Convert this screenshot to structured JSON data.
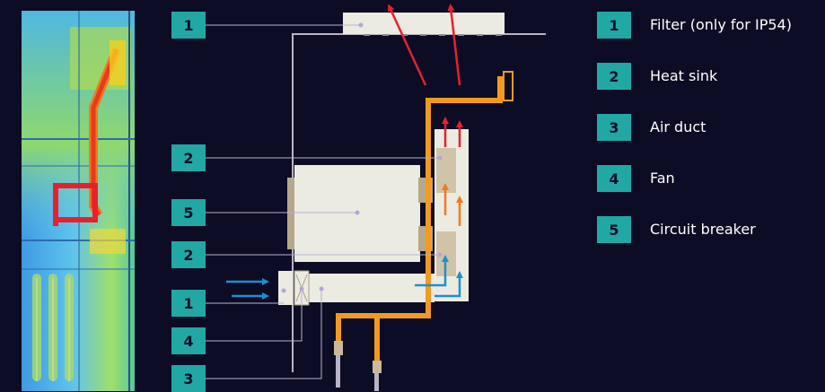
{
  "legend": [
    {
      "number": "1",
      "label": "Filter (only for IP54)"
    },
    {
      "number": "2",
      "label": "Heat sink"
    },
    {
      "number": "3",
      "label": "Air duct"
    },
    {
      "number": "4",
      "label": "Fan"
    },
    {
      "number": "5",
      "label": "Circuit breaker"
    }
  ],
  "callouts": [
    "1",
    "2",
    "5",
    "2",
    "1",
    "4",
    "3"
  ],
  "colors": {
    "background": "#0c0c24",
    "badge": "#21a8a4",
    "busbar": "#f39a1e",
    "hot_air": "#e8202e",
    "warm_air": "#f07a1e",
    "cool_air": "#1e8fd0",
    "component": "#ecebe2",
    "leader_line": "#b8b3c8"
  }
}
